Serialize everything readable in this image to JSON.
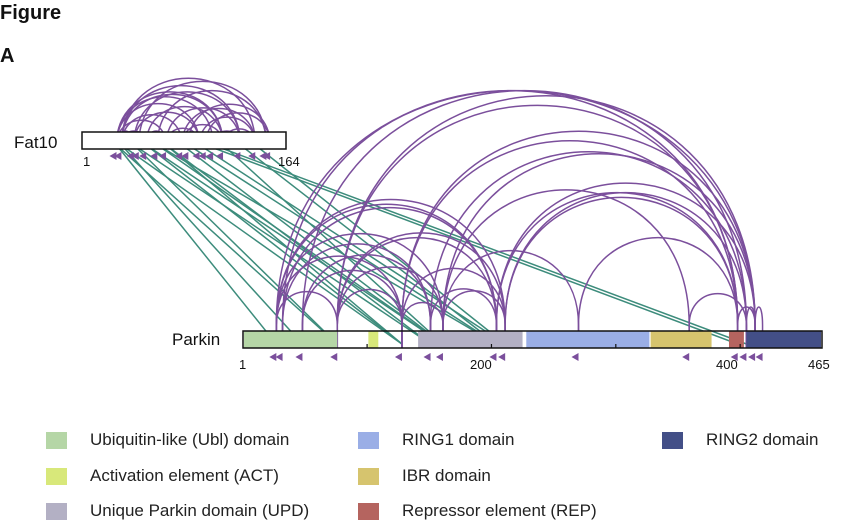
{
  "figure_title": "Figure",
  "panel_label": "A",
  "proteins": {
    "fat10": {
      "name": "Fat10",
      "start": "1",
      "end": "164",
      "length": 164
    },
    "parkin": {
      "name": "Parkin",
      "start": "1",
      "end": "465",
      "length": 465,
      "ticks": [
        "200",
        "400"
      ]
    }
  },
  "colors": {
    "intra_link": "#7b4f9c",
    "inter_link": "#3d8c7c",
    "ubl": "#b5d6a6",
    "act": "#d8e87a",
    "upd": "#b3b0c4",
    "ring1": "#9aaee6",
    "ibr": "#d6c46e",
    "rep": "#b5645f",
    "ring2": "#434f87"
  },
  "domains": [
    {
      "key": "ubl",
      "start": 1,
      "end": 76
    },
    {
      "key": "act",
      "start": 101,
      "end": 109
    },
    {
      "key": "upd",
      "start": 141,
      "end": 225
    },
    {
      "key": "ring1",
      "start": 228,
      "end": 327
    },
    {
      "key": "ibr",
      "start": 328,
      "end": 377
    },
    {
      "key": "rep",
      "start": 391,
      "end": 403
    },
    {
      "key": "ring2",
      "start": 405,
      "end": 465
    }
  ],
  "legend": [
    {
      "key": "ubl",
      "label": "Ubiquitin-like (Ubl) domain"
    },
    {
      "key": "act",
      "label": "Activation element (ACT)"
    },
    {
      "key": "upd",
      "label": "Unique Parkin domain (UPD)"
    },
    {
      "key": "ring1",
      "label": "RING1 domain"
    },
    {
      "key": "ibr",
      "label": "IBR domain"
    },
    {
      "key": "rep",
      "label": "Repressor element (REP)"
    },
    {
      "key": "ring2",
      "label": "RING2 domain"
    }
  ],
  "fat10_intra_links": [
    [
      28,
      114
    ],
    [
      28,
      106
    ],
    [
      28,
      95
    ],
    [
      28,
      68
    ],
    [
      28,
      42
    ],
    [
      32,
      140
    ],
    [
      32,
      128
    ],
    [
      32,
      114
    ],
    [
      32,
      81
    ],
    [
      32,
      52
    ],
    [
      42,
      128
    ],
    [
      42,
      95
    ],
    [
      52,
      114
    ],
    [
      52,
      68
    ],
    [
      68,
      95
    ],
    [
      68,
      128
    ],
    [
      81,
      114
    ],
    [
      81,
      140
    ],
    [
      95,
      140
    ],
    [
      106,
      128
    ],
    [
      114,
      140
    ],
    [
      61,
      149
    ],
    [
      46,
      149
    ],
    [
      86,
      152
    ],
    [
      100,
      152
    ]
  ],
  "parkin_intra_links": [
    [
      27,
      76
    ],
    [
      27,
      128
    ],
    [
      27,
      161
    ],
    [
      27,
      204
    ],
    [
      27,
      211
    ],
    [
      32,
      151
    ],
    [
      32,
      204
    ],
    [
      48,
      128
    ],
    [
      48,
      151
    ],
    [
      76,
      128
    ],
    [
      76,
      161
    ],
    [
      76,
      204
    ],
    [
      76,
      211
    ],
    [
      128,
      161
    ],
    [
      128,
      211
    ],
    [
      151,
      204
    ],
    [
      161,
      211
    ],
    [
      161,
      270
    ],
    [
      161,
      359
    ],
    [
      128,
      398
    ],
    [
      128,
      412
    ],
    [
      151,
      405
    ],
    [
      161,
      412
    ],
    [
      204,
      398
    ],
    [
      211,
      405
    ],
    [
      76,
      398
    ],
    [
      76,
      412
    ],
    [
      27,
      412
    ],
    [
      48,
      405
    ],
    [
      32,
      398
    ],
    [
      204,
      412
    ],
    [
      211,
      398
    ],
    [
      270,
      398
    ],
    [
      359,
      405
    ],
    [
      405,
      412
    ],
    [
      412,
      418
    ],
    [
      398,
      412
    ]
  ],
  "inter_links": [
    [
      28,
      27
    ],
    [
      28,
      76
    ],
    [
      32,
      48
    ],
    [
      32,
      128
    ],
    [
      42,
      151
    ],
    [
      42,
      76
    ],
    [
      52,
      128
    ],
    [
      52,
      161
    ],
    [
      61,
      161
    ],
    [
      61,
      204
    ],
    [
      68,
      151
    ],
    [
      68,
      128
    ],
    [
      81,
      161
    ],
    [
      86,
      204
    ],
    [
      95,
      211
    ],
    [
      100,
      398
    ],
    [
      106,
      405
    ],
    [
      114,
      161
    ],
    [
      128,
      204
    ],
    [
      140,
      211
    ]
  ]
}
